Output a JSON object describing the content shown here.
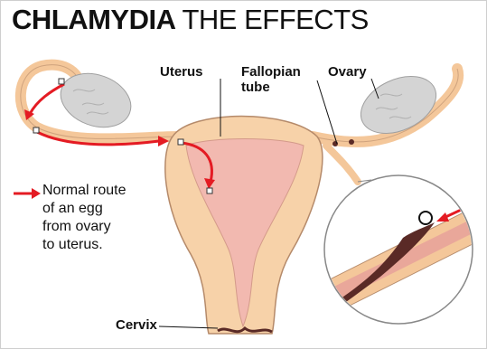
{
  "title": {
    "bold": "CHLAMYDIA",
    "light": "THE EFFECTS"
  },
  "labels": {
    "uterus": "Uterus",
    "fallopian_tube": [
      "Fallopian",
      "tube"
    ],
    "ovary": "Ovary",
    "cervix": "Cervix"
  },
  "legend": {
    "lines": [
      "Normal route",
      "of an egg",
      "from ovary",
      "to uterus."
    ]
  },
  "colors": {
    "uterus_fill": "#f7d2a9",
    "uterus_inner": "#f2b9b0",
    "tube": "#f4c79a",
    "ovary": "#d4d4d4",
    "arrow_red": "#e41b23",
    "scar_dark": "#5a2a26",
    "outline": "#b58a6a"
  },
  "icons": [
    "red-arrow-icon",
    "egg-icon"
  ]
}
